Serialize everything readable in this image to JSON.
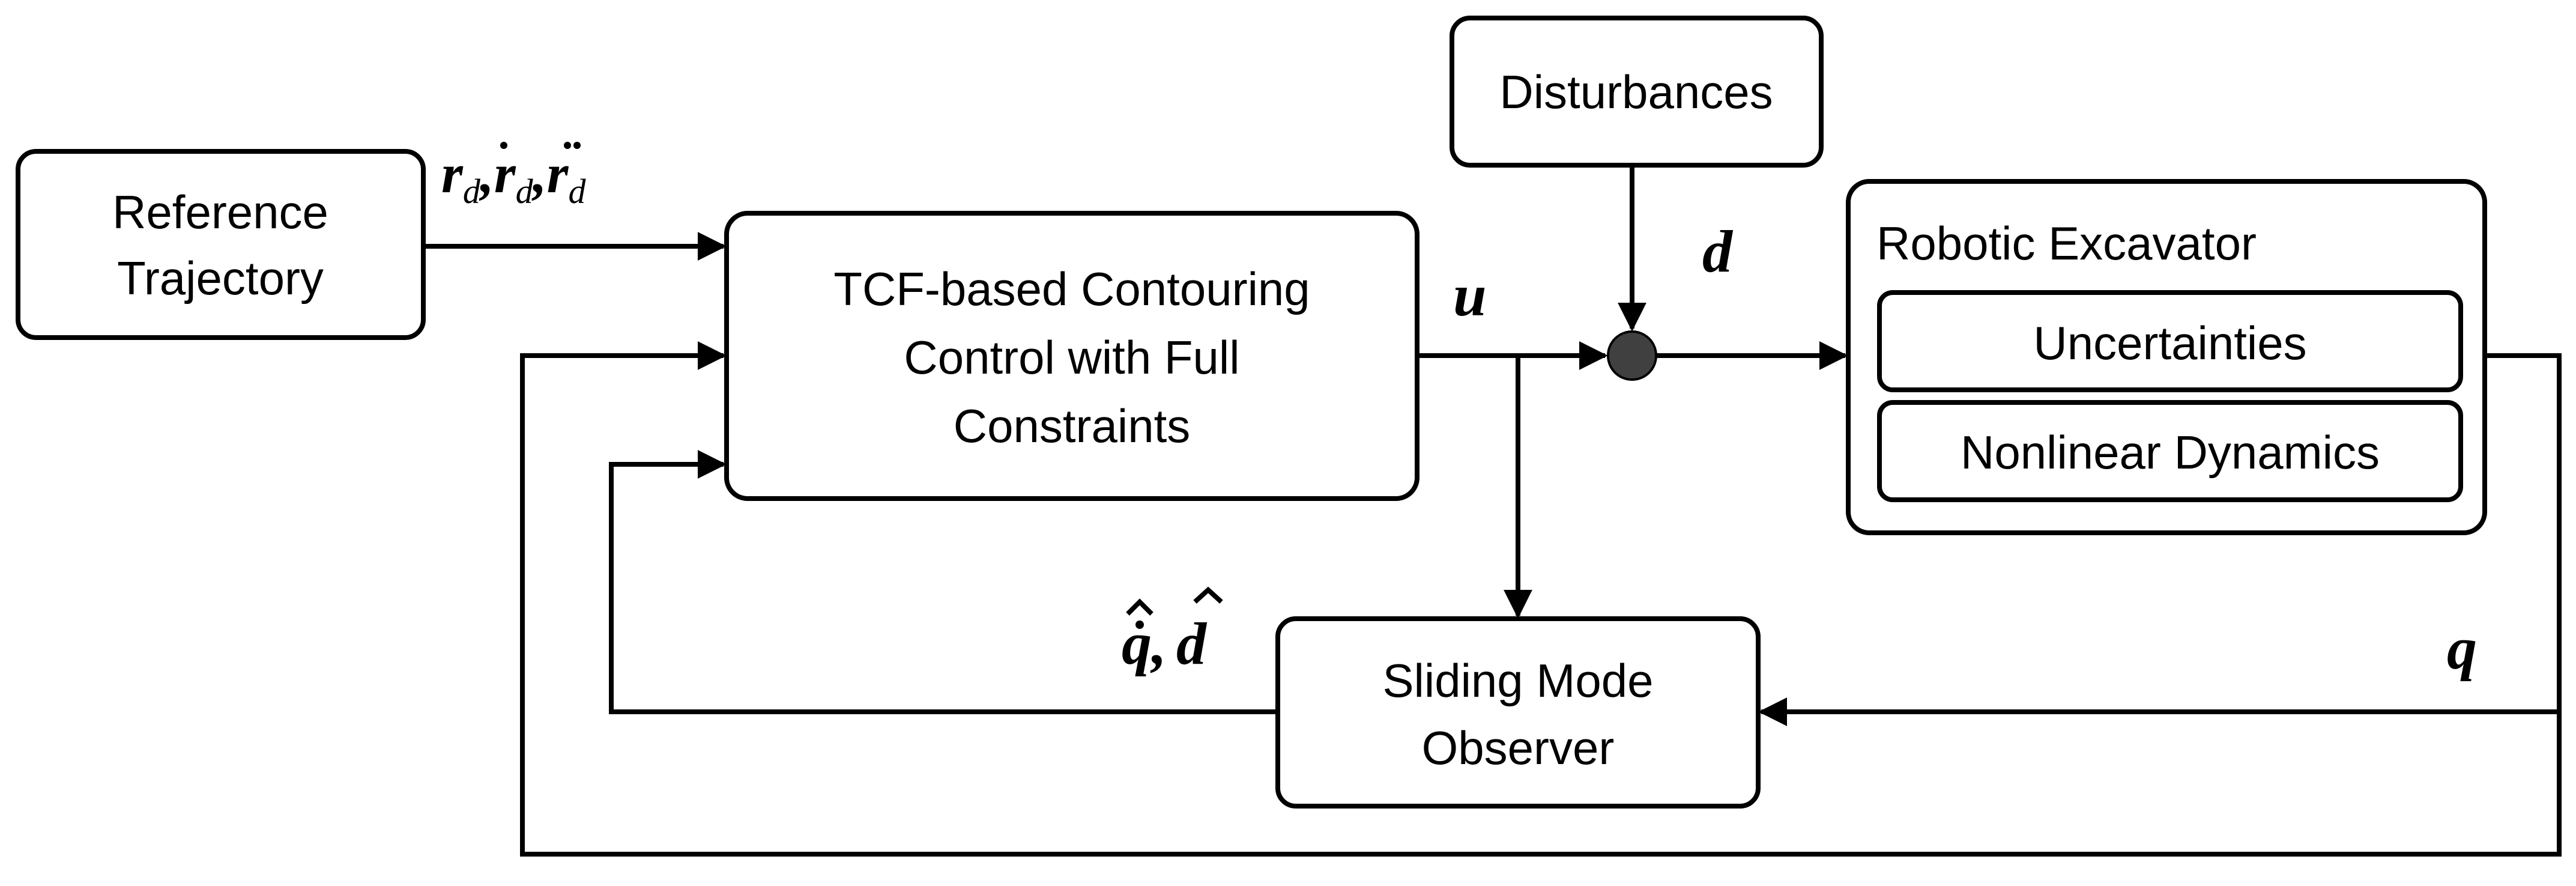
{
  "blocks": {
    "reference": {
      "line1": "Reference",
      "line2": "Trajectory"
    },
    "controller": {
      "line1": "TCF-based Contouring",
      "line2": "Control with Full",
      "line3": "Constraints"
    },
    "disturbances": {
      "label": "Disturbances"
    },
    "plant": {
      "title": "Robotic Excavator",
      "sub1": "Uncertainties",
      "sub2": "Nonlinear Dynamics"
    },
    "observer": {
      "line1": "Sliding Mode",
      "line2": "Observer"
    }
  },
  "signals": {
    "reference_symbol": "r",
    "reference_subscript": "d",
    "control": "u",
    "disturbance": "d",
    "output": "q",
    "estimate_q": "q",
    "estimate_d": "d"
  },
  "colors": {
    "stroke": "#000000",
    "summing_junction": "#404040"
  }
}
